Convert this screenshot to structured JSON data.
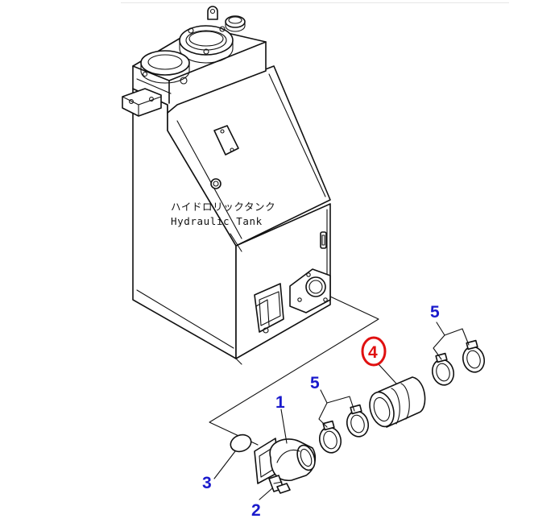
{
  "tank_label": {
    "japanese": "ハイドロリックタンク",
    "english": "Hydraulic Tank"
  },
  "callouts": [
    {
      "id": "callout-1",
      "label": "1"
    },
    {
      "id": "callout-2",
      "label": "2"
    },
    {
      "id": "callout-3",
      "label": "3"
    },
    {
      "id": "callout-4",
      "label": "4",
      "highlighted": true
    },
    {
      "id": "callout-5a",
      "label": "5"
    },
    {
      "id": "callout-5b",
      "label": "5"
    }
  ],
  "colors": {
    "callout": "#1a1acc",
    "highlight": "#e01010",
    "line": "#111111"
  }
}
